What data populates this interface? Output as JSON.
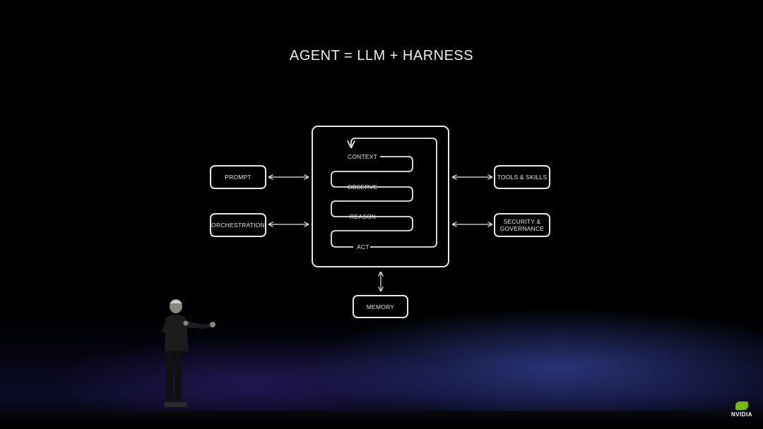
{
  "title": "AGENT = LLM + HARNESS",
  "nodes": {
    "prompt": "PROMPT",
    "orchestration": "ORCHESTRATION",
    "tools": "TOOLS & SKILLS",
    "security_line1": "SECURITY &",
    "security_line2": "GOVERNANCE",
    "memory": "MEMORY"
  },
  "loop_steps": [
    "CONTEXT",
    "OBSERVE",
    "REASON",
    "ACT"
  ],
  "logo_text": "NVIDIA",
  "colors": {
    "line": "#e6e6e6",
    "brand": "#76b900",
    "stage_glow": "#465ac8"
  }
}
